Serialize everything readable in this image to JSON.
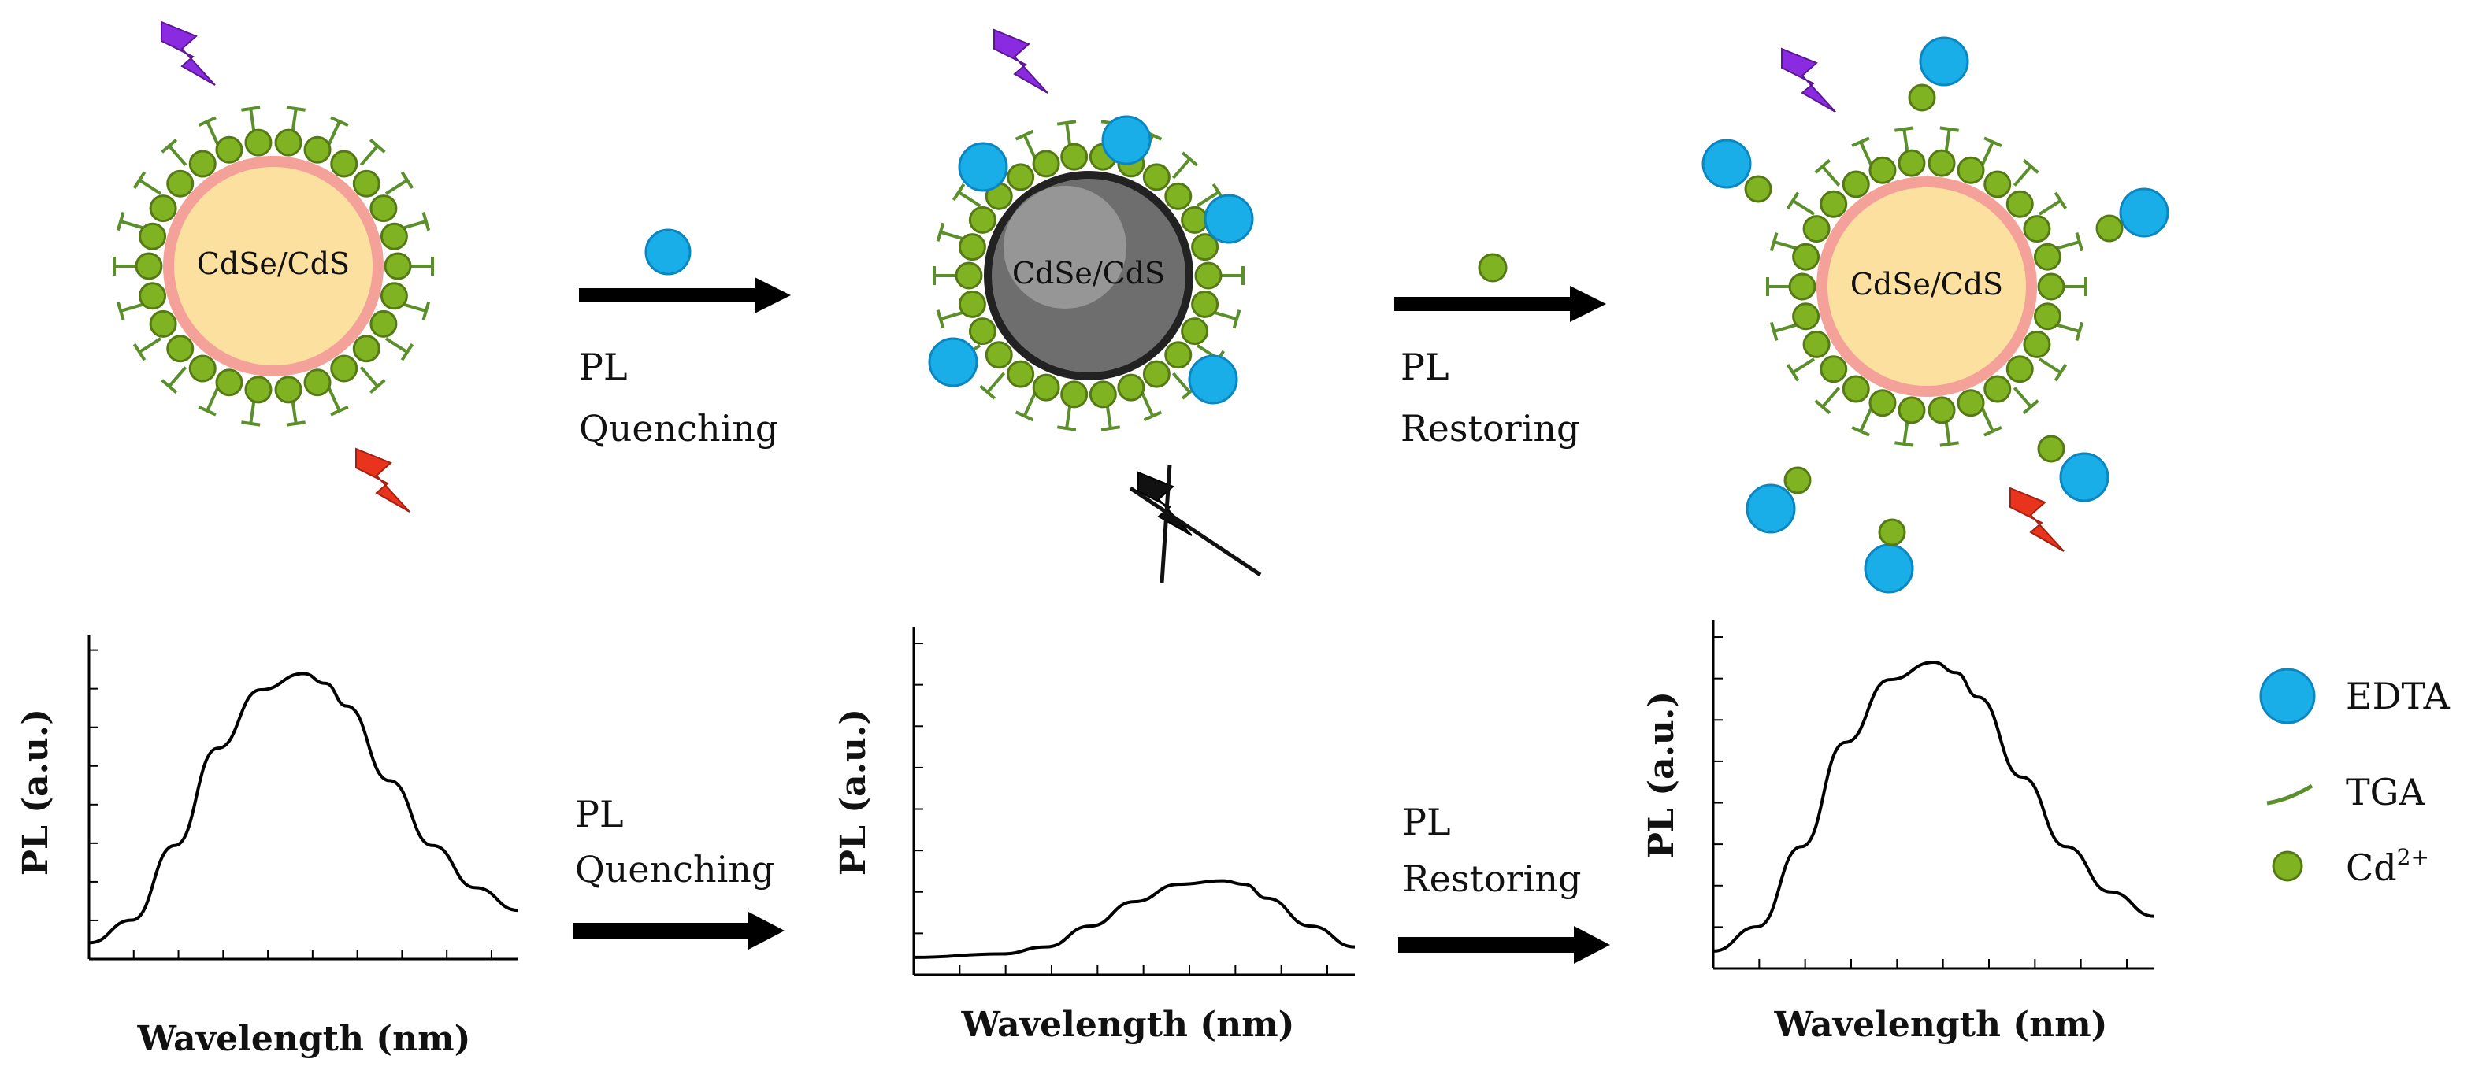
{
  "particles": [
    {
      "label": "CdSe/CdS",
      "state": "emissive"
    },
    {
      "label": "CdSe/CdS",
      "state": "quenched"
    },
    {
      "label": "CdSe/CdS",
      "state": "restored"
    }
  ],
  "steps": [
    {
      "line1": "PL",
      "line2": "Quenching"
    },
    {
      "line1": "PL",
      "line2": "Restoring"
    }
  ],
  "charts": [
    {
      "ylabel": "PL (a.u.)",
      "xlabel": "Wavelength (nm)",
      "peak_height": 0.88
    },
    {
      "ylabel": "PL (a.u.)",
      "xlabel": "Wavelength (nm)",
      "peak_height": 0.27
    },
    {
      "ylabel": "PL (a.u.)",
      "xlabel": "Wavelength (nm)",
      "peak_height": 0.88
    }
  ],
  "legend": {
    "edta": "EDTA",
    "tga": "TGA",
    "cd_base": "Cd",
    "cd_sup": "2+"
  },
  "colors": {
    "edta": "#1aaee8",
    "cd": "#7fb321",
    "tga": "#5a8f2c",
    "core": "#fbe0a0",
    "shell": "#f4a19a",
    "quenched_core": "#6e6e6e",
    "excitation": "#8a2be2",
    "emission": "#e8341c"
  },
  "chart_data": [
    {
      "type": "line",
      "title": "",
      "xlabel": "Wavelength (nm)",
      "ylabel": "PL (a.u.)",
      "grid": false,
      "series": [
        {
          "x": [
            0,
            0.1,
            0.2,
            0.3,
            0.4,
            0.5,
            0.55,
            0.6,
            0.7,
            0.8,
            0.9,
            1.0
          ],
          "values": [
            0.05,
            0.12,
            0.35,
            0.65,
            0.83,
            0.88,
            0.85,
            0.78,
            0.55,
            0.35,
            0.22,
            0.15
          ]
        }
      ]
    },
    {
      "type": "line",
      "title": "",
      "xlabel": "Wavelength (nm)",
      "ylabel": "PL (a.u.)",
      "grid": false,
      "series": [
        {
          "x": [
            0,
            0.2,
            0.3,
            0.4,
            0.5,
            0.6,
            0.7,
            0.75,
            0.8,
            0.9,
            1.0
          ],
          "values": [
            0.05,
            0.06,
            0.08,
            0.14,
            0.21,
            0.26,
            0.27,
            0.26,
            0.22,
            0.14,
            0.08
          ]
        }
      ]
    },
    {
      "type": "line",
      "title": "",
      "xlabel": "Wavelength (nm)",
      "ylabel": "PL (a.u.)",
      "grid": false,
      "series": [
        {
          "x": [
            0,
            0.1,
            0.2,
            0.3,
            0.4,
            0.5,
            0.55,
            0.6,
            0.7,
            0.8,
            0.9,
            1.0
          ],
          "values": [
            0.05,
            0.12,
            0.35,
            0.65,
            0.83,
            0.88,
            0.85,
            0.78,
            0.55,
            0.35,
            0.22,
            0.15
          ]
        }
      ]
    }
  ]
}
